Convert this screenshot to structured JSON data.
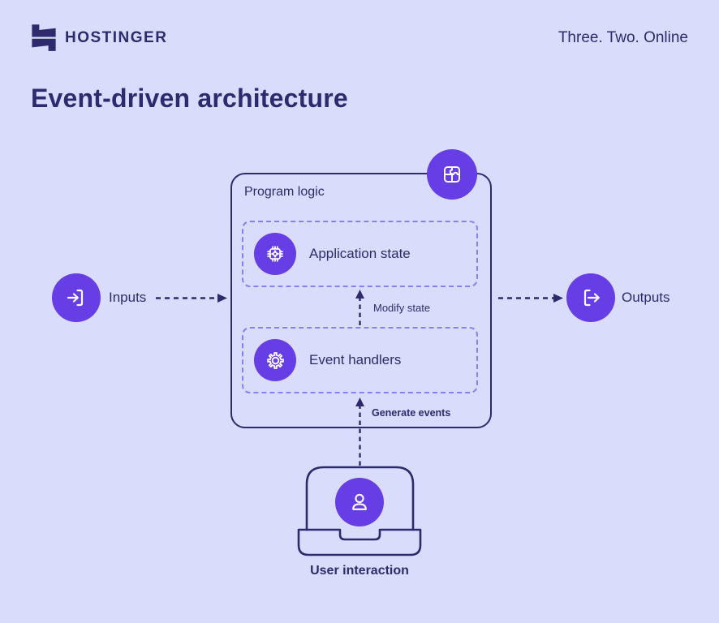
{
  "header": {
    "brand": "HOSTINGER",
    "tagline": "Three. Two. Online"
  },
  "title": "Event-driven architecture",
  "diagram": {
    "program_logic_label": "Program logic",
    "application_state_label": "Application state",
    "event_handlers_label": "Event handlers",
    "modify_state_label": "Modify state",
    "generate_events_label": "Generate events",
    "inputs_label": "Inputs",
    "outputs_label": "Outputs",
    "user_interaction_label": "User interaction"
  },
  "icons": {
    "logo": "hostinger-logo",
    "program_logic_badge": "puzzle-icon",
    "application_state": "chip-icon",
    "event_handlers": "gear-icon",
    "inputs": "enter-arrow-icon",
    "outputs": "exit-arrow-icon",
    "user": "user-icon",
    "device": "laptop-icon"
  },
  "colors": {
    "background": "#d9ddfb",
    "accent": "#673de6",
    "dark": "#2f2a6e",
    "dashed": "#8a7ff0",
    "icon-stroke": "#ffffff"
  }
}
